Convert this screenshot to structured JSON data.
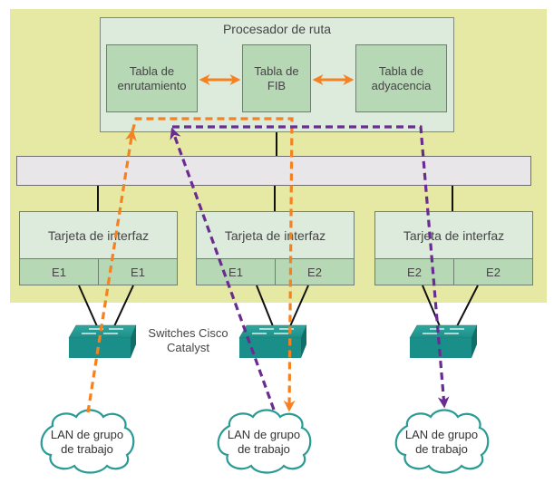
{
  "route_processor": {
    "title": "Procesador de ruta",
    "tables": [
      {
        "label": "Tabla de\nenrutamiento"
      },
      {
        "label": "Tabla de\nFIB"
      },
      {
        "label": "Tabla de\nadyacencia"
      }
    ]
  },
  "interface_cards": [
    {
      "label": "Tarjeta de interfaz",
      "ports": [
        "E1",
        "E1"
      ]
    },
    {
      "label": "Tarjeta de interfaz",
      "ports": [
        "E1",
        "E2"
      ]
    },
    {
      "label": "Tarjeta de interfaz",
      "ports": [
        "E2",
        "E2"
      ]
    }
  ],
  "switches": {
    "label": "Switches Cisco\nCatalyst",
    "count": 3
  },
  "clouds": [
    {
      "label": "LAN de grupo\nde trabajo"
    },
    {
      "label": "LAN de grupo\nde trabajo"
    },
    {
      "label": "LAN de grupo\nde trabajo"
    }
  ],
  "colors": {
    "chassis": "#e6e9a4",
    "processor": "#dcebdc",
    "table": "#b6d8b4",
    "bus": "#e8e6e8",
    "flow_orange": "#f58220",
    "flow_purple": "#6a2c91",
    "switch_teal": "#1a8f8a",
    "cloud_stroke": "#2a9a94"
  },
  "flows": [
    {
      "name": "orange-flow",
      "color": "orange",
      "from": "LAN 1",
      "via": "Tabla de enrutamiento",
      "to": "LAN 2"
    },
    {
      "name": "purple-flow",
      "color": "purple",
      "from": "LAN 2",
      "via": "Tabla de enrutamiento",
      "to": "LAN 3"
    }
  ]
}
